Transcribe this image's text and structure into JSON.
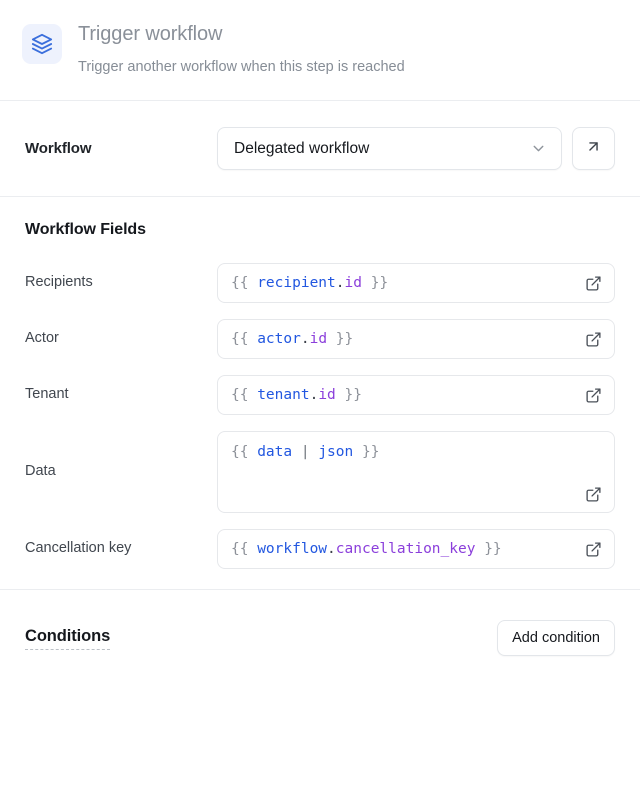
{
  "header": {
    "icon": "layers-stack-icon",
    "title": "Trigger workflow",
    "subtitle": "Trigger another workflow when this step is reached",
    "icon_color": "#3b6fdc",
    "icon_bg": "#eef2fd"
  },
  "workflow_section": {
    "label": "Workflow",
    "select": {
      "value": "Delegated workflow",
      "chevron_icon": "chevron-down-icon"
    },
    "open_button_icon": "arrow-up-right-icon"
  },
  "fields_section": {
    "title": "Workflow Fields",
    "fields": [
      {
        "label": "Recipients",
        "type": "input",
        "expand_icon": "external-link-icon",
        "tokens": [
          {
            "t": "{{ ",
            "c": "brace"
          },
          {
            "t": "recipient",
            "c": "obj"
          },
          {
            "t": ".",
            "c": "dot"
          },
          {
            "t": "id",
            "c": "prop"
          },
          {
            "t": " }}",
            "c": "brace"
          }
        ],
        "raw": "{{ recipient.id }}"
      },
      {
        "label": "Actor",
        "type": "input",
        "expand_icon": "external-link-icon",
        "tokens": [
          {
            "t": "{{ ",
            "c": "brace"
          },
          {
            "t": "actor",
            "c": "obj"
          },
          {
            "t": ".",
            "c": "dot"
          },
          {
            "t": "id",
            "c": "prop"
          },
          {
            "t": " }}",
            "c": "brace"
          }
        ],
        "raw": "{{ actor.id }}"
      },
      {
        "label": "Tenant",
        "type": "input",
        "expand_icon": "external-link-icon",
        "tokens": [
          {
            "t": "{{ ",
            "c": "brace"
          },
          {
            "t": "tenant",
            "c": "obj"
          },
          {
            "t": ".",
            "c": "dot"
          },
          {
            "t": "id",
            "c": "prop"
          },
          {
            "t": " }}",
            "c": "brace"
          }
        ],
        "raw": "{{ tenant.id }}"
      },
      {
        "label": "Data",
        "type": "textarea",
        "expand_icon": "external-link-icon",
        "tokens": [
          {
            "t": "{{ ",
            "c": "brace"
          },
          {
            "t": "data",
            "c": "obj"
          },
          {
            "t": " | ",
            "c": "pipe"
          },
          {
            "t": "json",
            "c": "obj"
          },
          {
            "t": " }}",
            "c": "brace"
          }
        ],
        "raw": "{{ data | json }}"
      },
      {
        "label": "Cancellation key",
        "type": "input",
        "expand_icon": "external-link-icon",
        "tokens": [
          {
            "t": "{{ ",
            "c": "brace"
          },
          {
            "t": "workflow",
            "c": "obj"
          },
          {
            "t": ".",
            "c": "dot"
          },
          {
            "t": "cancellation_key",
            "c": "prop"
          },
          {
            "t": " }}",
            "c": "brace"
          }
        ],
        "raw": "{{ workflow.cancellation_key }}"
      }
    ]
  },
  "conditions_section": {
    "title": "Conditions",
    "add_button_label": "Add condition"
  },
  "colors": {
    "accent_blue": "#2257e0",
    "accent_purple": "#8b3fdb",
    "border": "#e3e6ea",
    "divider": "#ebedf0",
    "text_primary": "#15181d",
    "text_muted": "#868d96"
  }
}
